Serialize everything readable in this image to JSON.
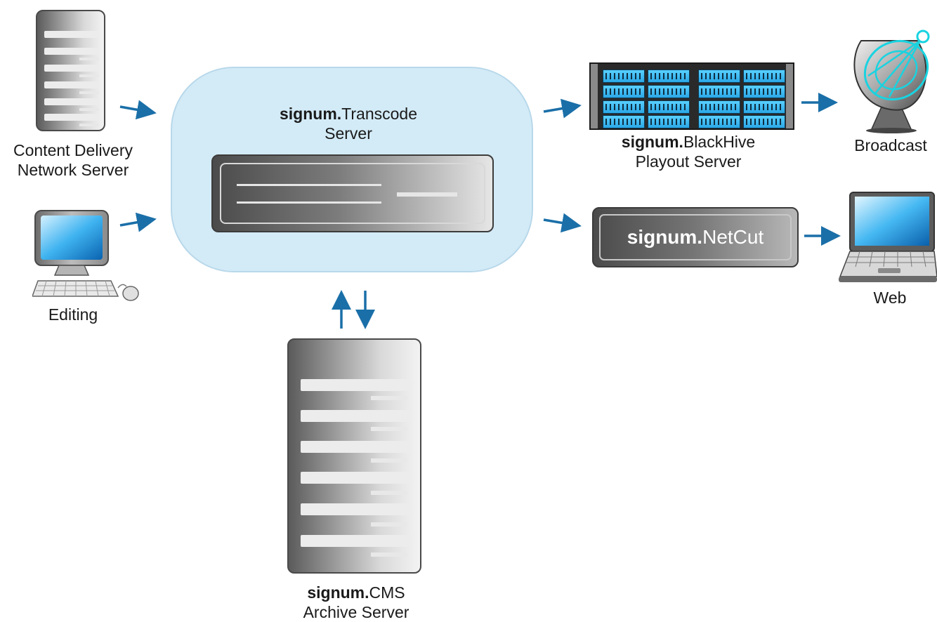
{
  "nodes": {
    "cdn": {
      "line1": "Content Delivery",
      "line2": "Network Server"
    },
    "editing": {
      "label": "Editing"
    },
    "transcode": {
      "brand": "signum.",
      "name": "Transcode",
      "line2": "Server"
    },
    "archive": {
      "brand": "signum.",
      "name": "CMS",
      "line2": "Archive Server"
    },
    "blackhive": {
      "brand": "signum.",
      "name": "BlackHive",
      "line2": "Playout Server"
    },
    "netcut": {
      "brand": "signum.",
      "name": "NetCut"
    },
    "broadcast": {
      "label": "Broadcast"
    },
    "web": {
      "label": "Web"
    }
  },
  "colors": {
    "arrow": "#1a6fa8",
    "container_fill": "#d3ebf7",
    "bay_blue": "#2aa7e6"
  },
  "icons": [
    "tower-server-icon",
    "desktop-computer-icon",
    "rack-server-icon",
    "satellite-dish-icon",
    "laptop-icon"
  ]
}
